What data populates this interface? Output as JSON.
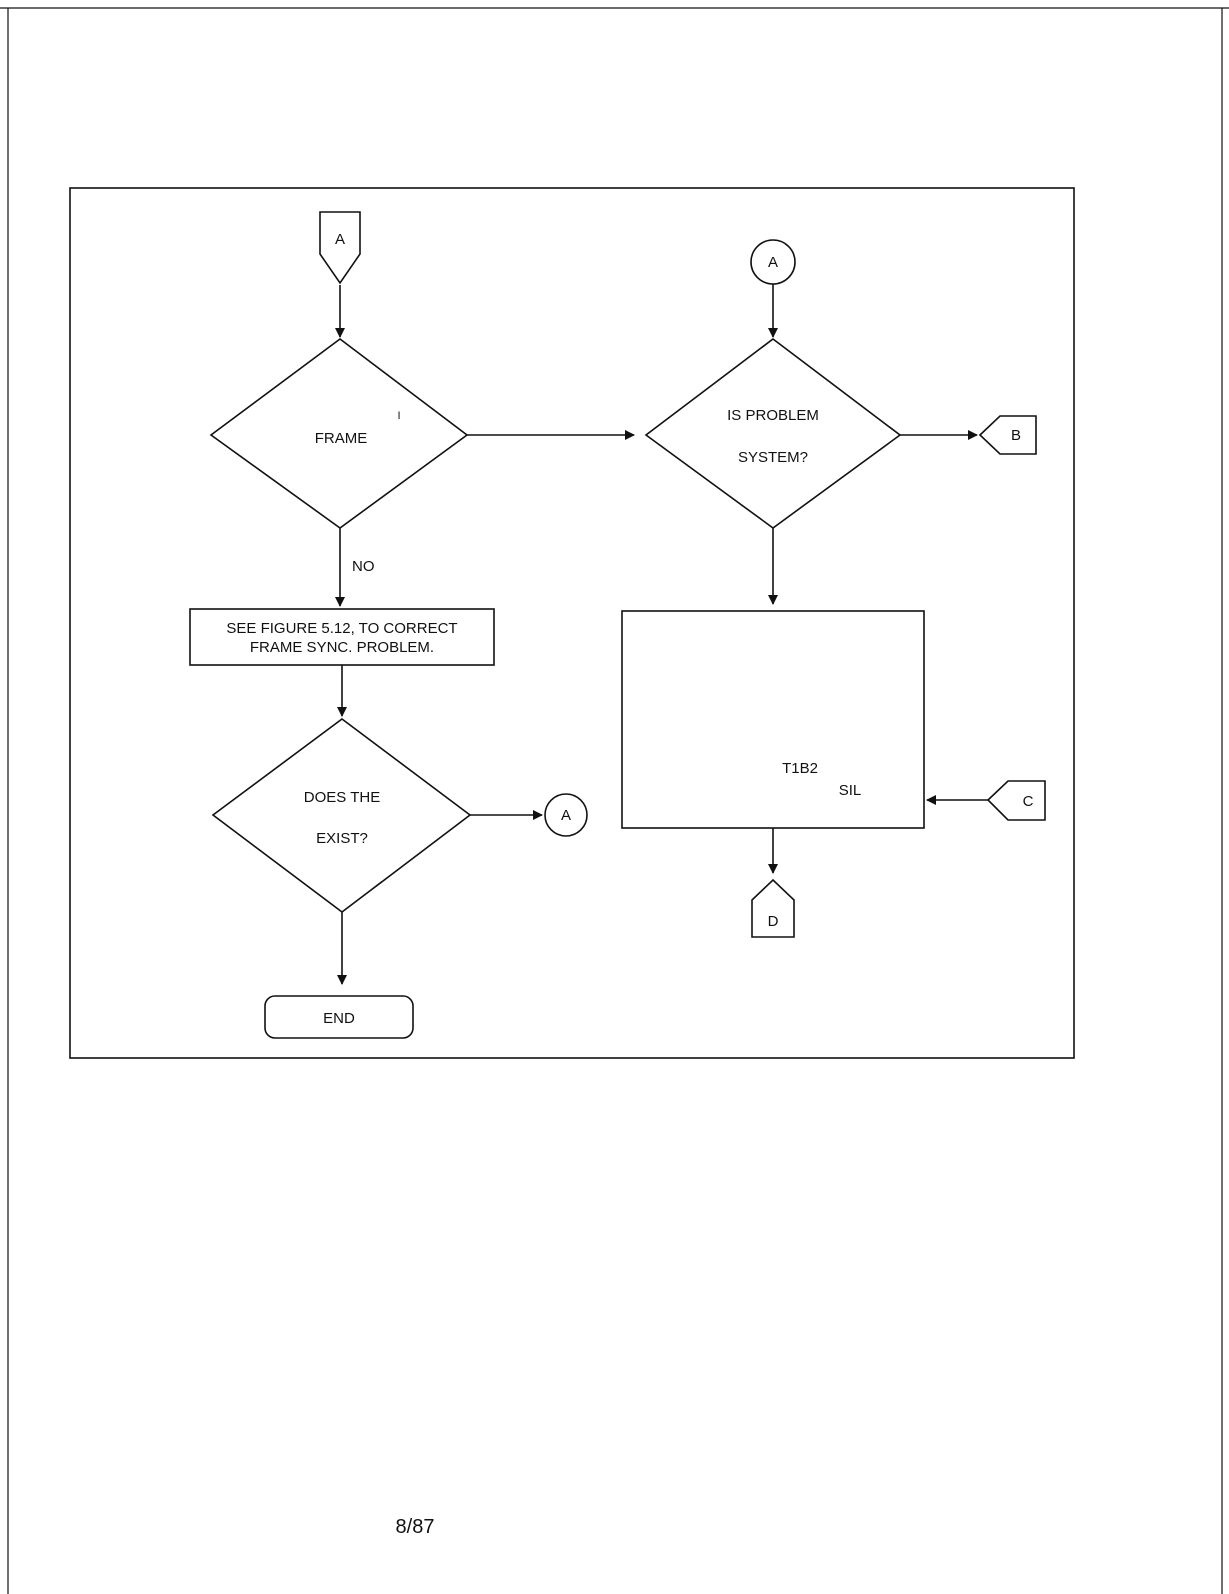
{
  "connectors": {
    "top_left": "A",
    "top_right": "A",
    "mid_left": "A",
    "right_b": "B",
    "right_c": "C",
    "bottom_d": "D"
  },
  "decisions": {
    "frame": {
      "line1": "FRAME",
      "stray": "I"
    },
    "problem": {
      "line1": "IS PROBLEM",
      "line2": "SYSTEM?"
    },
    "exist": {
      "line1": "DOES THE",
      "line2": "EXIST?"
    }
  },
  "branch_labels": {
    "no": "NO"
  },
  "process": {
    "figure_ref_line1": "SEE FIGURE 5.12, TO CORRECT",
    "figure_ref_line2": "FRAME SYNC. PROBLEM.",
    "t1b2_line1": "T1B2",
    "t1b2_line2": "SIL"
  },
  "terminator": {
    "end": "END"
  },
  "footer": {
    "date": "8/87"
  }
}
